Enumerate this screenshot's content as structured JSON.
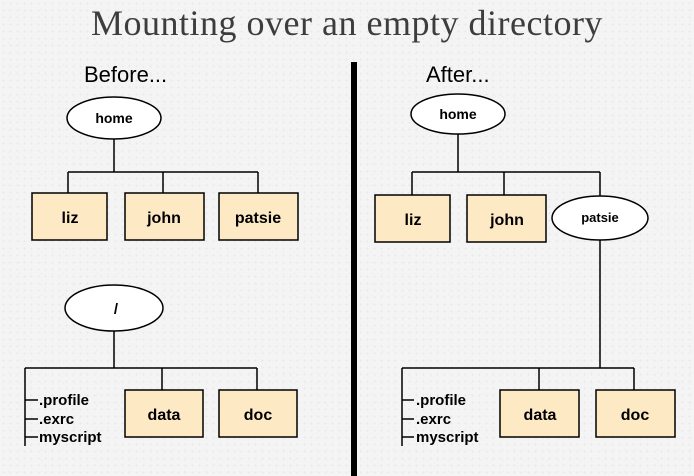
{
  "title": "Mounting over an empty directory",
  "before": {
    "heading": "Before...",
    "root": "home",
    "children": [
      "liz",
      "john",
      "patsie"
    ],
    "fs_root": "/",
    "files": [
      ".profile",
      ".exrc",
      "myscript"
    ],
    "dirs": [
      "data",
      "doc"
    ]
  },
  "after": {
    "heading": "After...",
    "root": "home",
    "children": [
      "liz",
      "john"
    ],
    "mount_point": "patsie",
    "files": [
      ".profile",
      ".exrc",
      "myscript"
    ],
    "dirs": [
      "data",
      "doc"
    ]
  },
  "colors": {
    "box_fill": "#fde9c4",
    "line": "#000000",
    "divider": "#000000"
  }
}
